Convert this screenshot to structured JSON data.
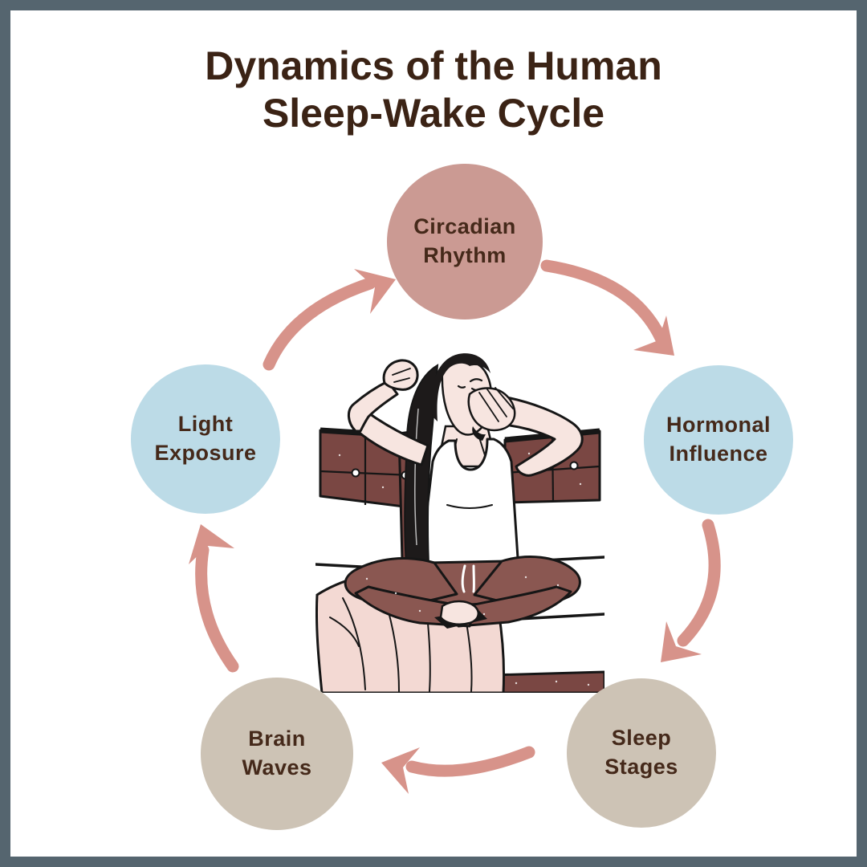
{
  "page": {
    "background": "#ffffff",
    "border_color": "#55656f"
  },
  "title": {
    "line1": "Dynamics of the Human",
    "line2": "Sleep-Wake Cycle",
    "color": "#3b2315"
  },
  "cycle": {
    "direction": "clockwise",
    "arrow_color": "#d7938a",
    "label_color": "#45291a",
    "nodes": [
      {
        "id": "circadian-rhythm",
        "line1": "Circadian",
        "line2": "Rhythm",
        "fill": "#cb9a93",
        "position": "top"
      },
      {
        "id": "hormonal-influence",
        "line1": "Hormonal",
        "line2": "Influence",
        "fill": "#bcdbe7",
        "position": "right"
      },
      {
        "id": "sleep-stages",
        "line1": "Sleep",
        "line2": "Stages",
        "fill": "#cdc3b5",
        "position": "bottom-right"
      },
      {
        "id": "brain-waves",
        "line1": "Brain",
        "line2": "Waves",
        "fill": "#cdc3b5",
        "position": "bottom-left"
      },
      {
        "id": "light-exposure",
        "line1": "Light",
        "line2": "Exposure",
        "fill": "#bcdbe7",
        "position": "left"
      }
    ]
  },
  "illustration": {
    "name": "woman-yawning-stretching-on-bed",
    "colors": {
      "skin": "#f7e5e0",
      "hair": "#1d1a1a",
      "headboard": "#7a4743",
      "pants": "#8a5751",
      "blanket": "#f3d9d3",
      "outline": "#161616",
      "background": "#ffffff"
    }
  }
}
